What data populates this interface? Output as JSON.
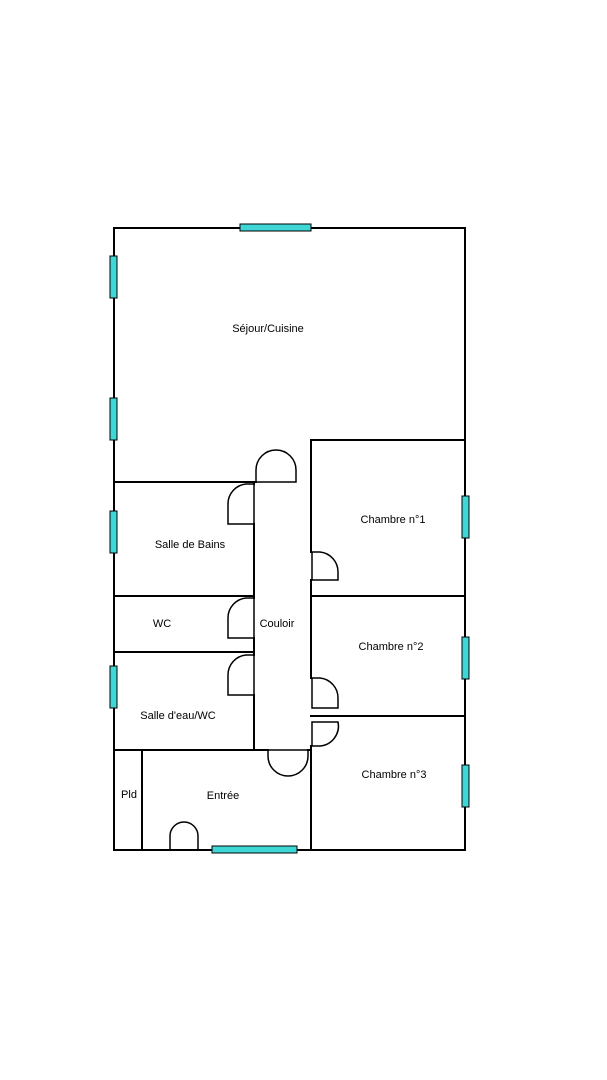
{
  "colors": {
    "wall": "#000000",
    "window": "#3fd6d6",
    "background": "#ffffff"
  },
  "rooms": {
    "sejour": "Séjour/Cuisine",
    "salle_de_bains": "Salle de Bains",
    "wc": "WC",
    "couloir": "Couloir",
    "salle_eau": "Salle d'eau/WC",
    "pld": "Pld",
    "entree": "Entrée",
    "chambre1": "Chambre n°1",
    "chambre2": "Chambre n°2",
    "chambre3": "Chambre n°3"
  }
}
